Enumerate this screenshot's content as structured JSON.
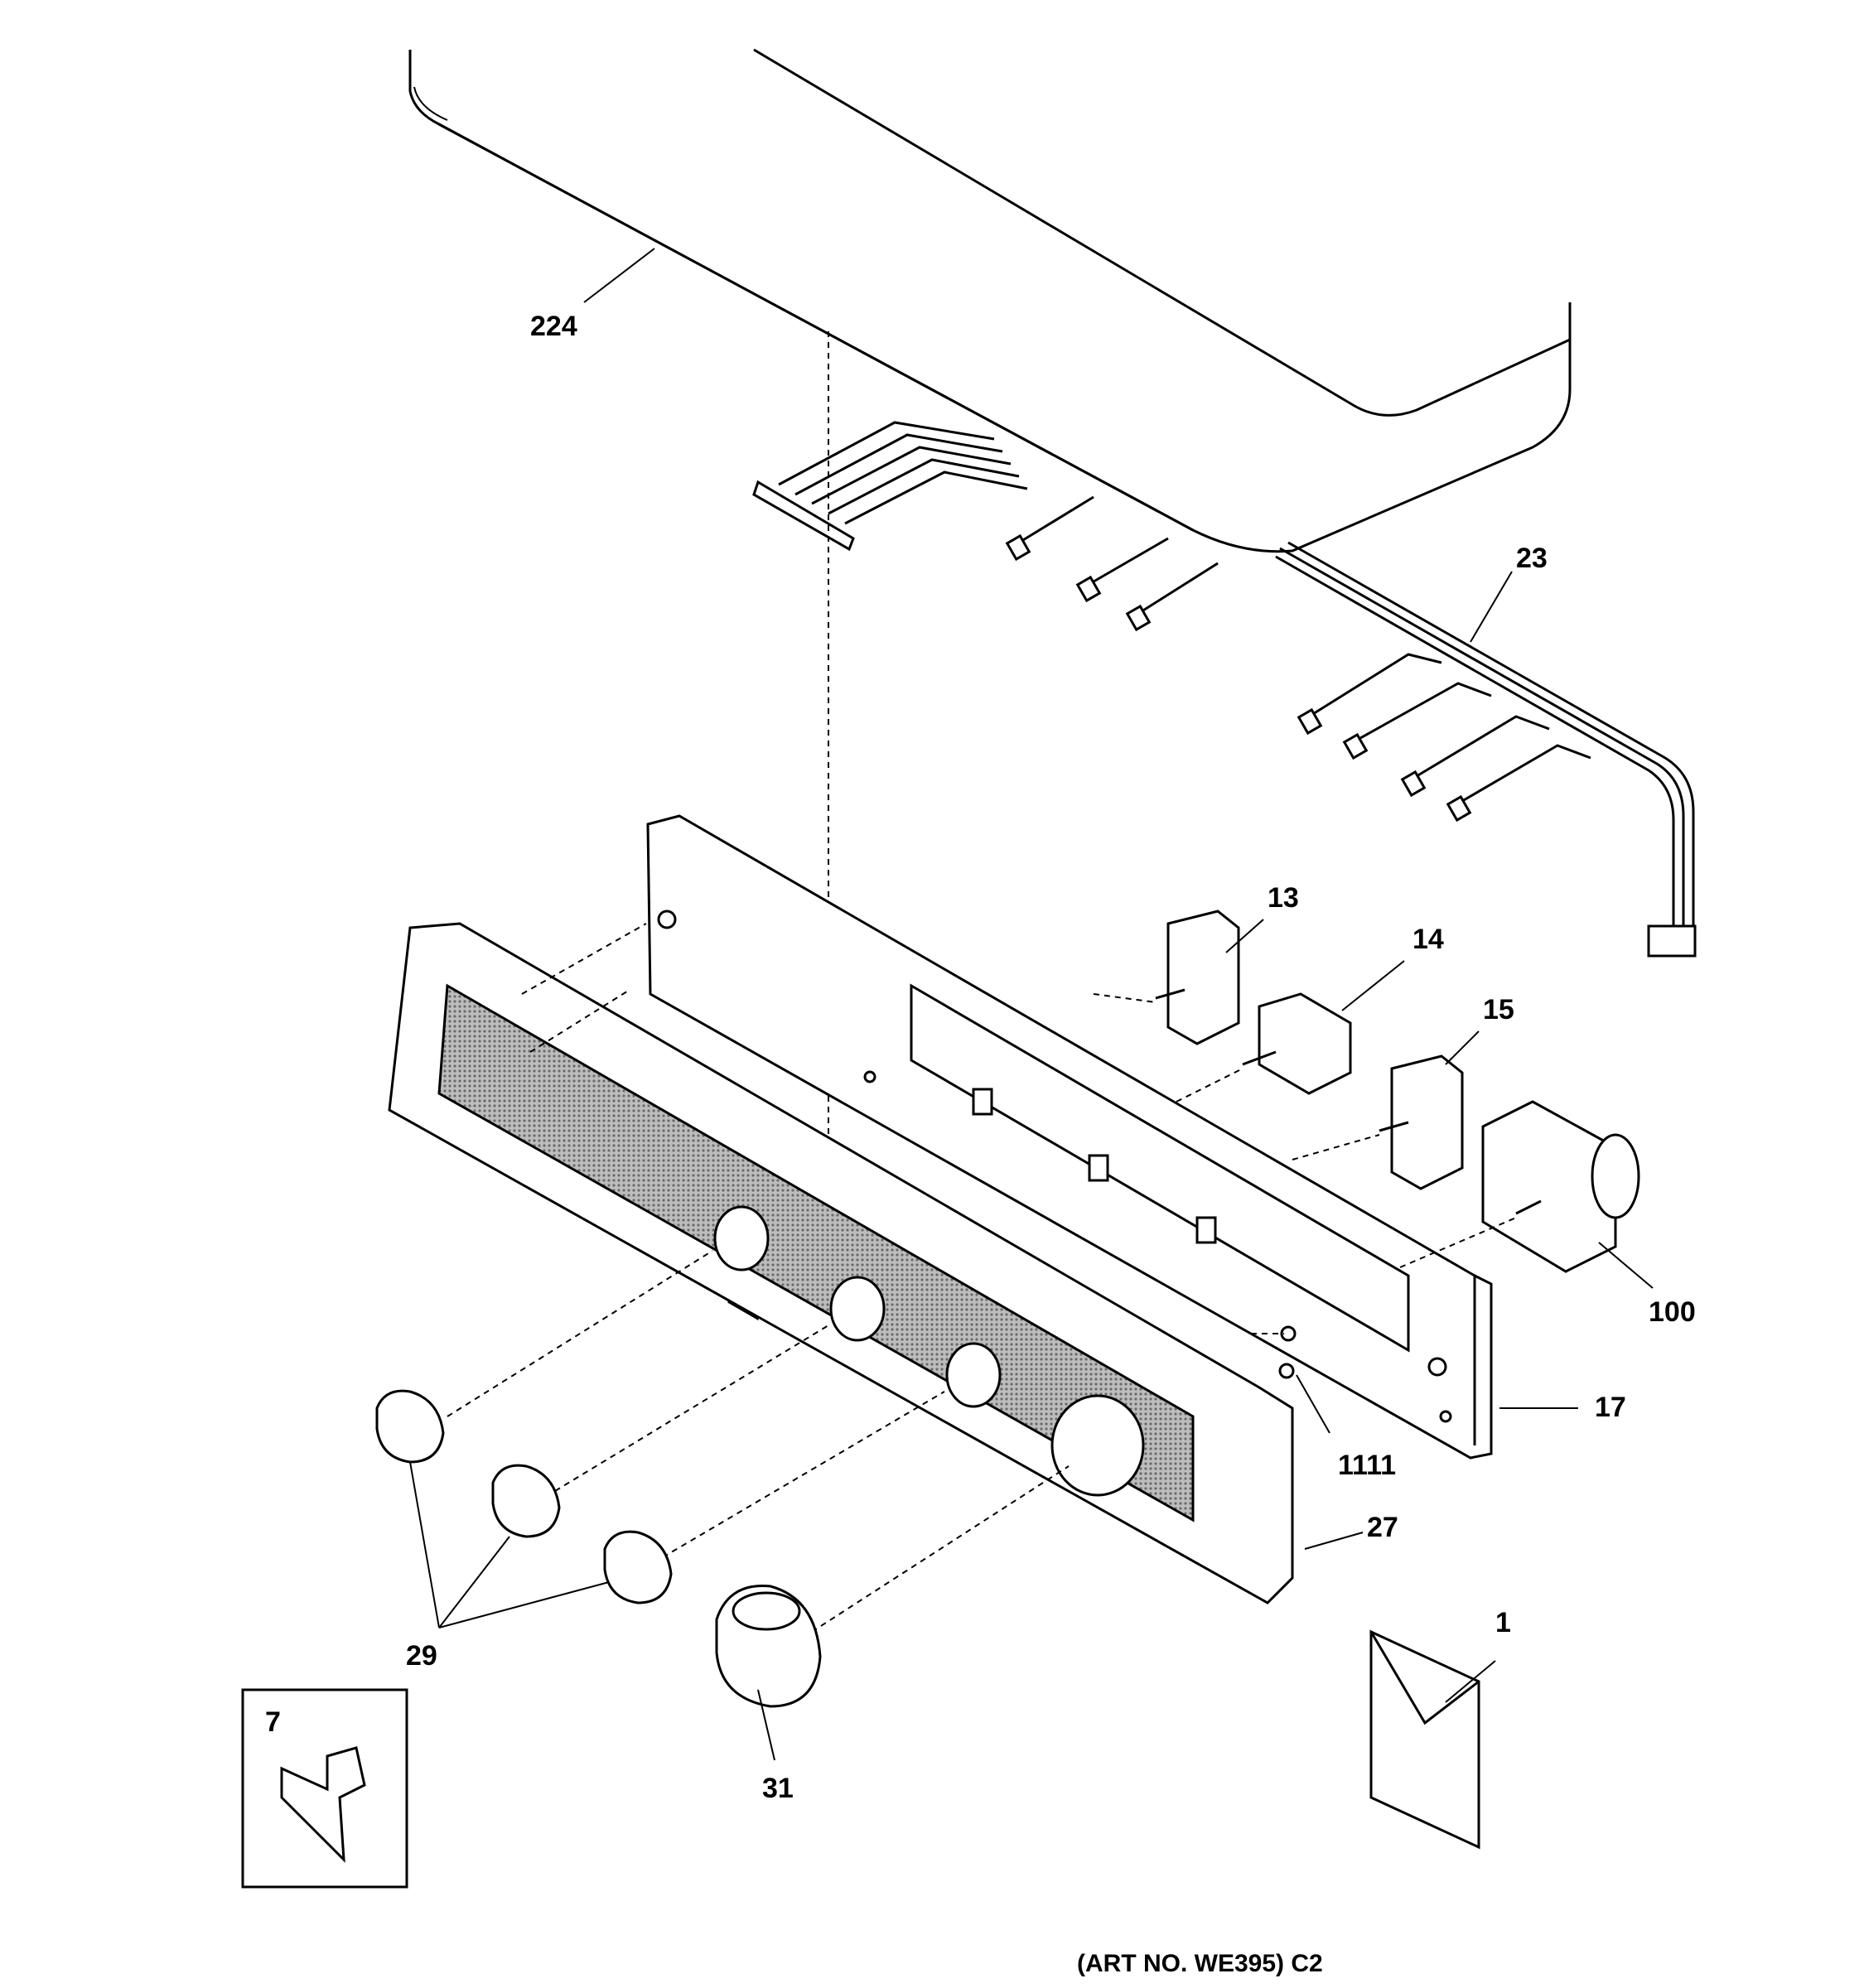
{
  "diagram": {
    "caption": "(ART NO. WE395) C2",
    "parts": [
      {
        "number": "224"
      },
      {
        "number": "23"
      },
      {
        "number": "13"
      },
      {
        "number": "14"
      },
      {
        "number": "15"
      },
      {
        "number": "100"
      },
      {
        "number": "17"
      },
      {
        "number": "1111"
      },
      {
        "number": "27"
      },
      {
        "number": "29"
      },
      {
        "number": "31"
      },
      {
        "number": "1"
      },
      {
        "number": "7"
      }
    ]
  }
}
